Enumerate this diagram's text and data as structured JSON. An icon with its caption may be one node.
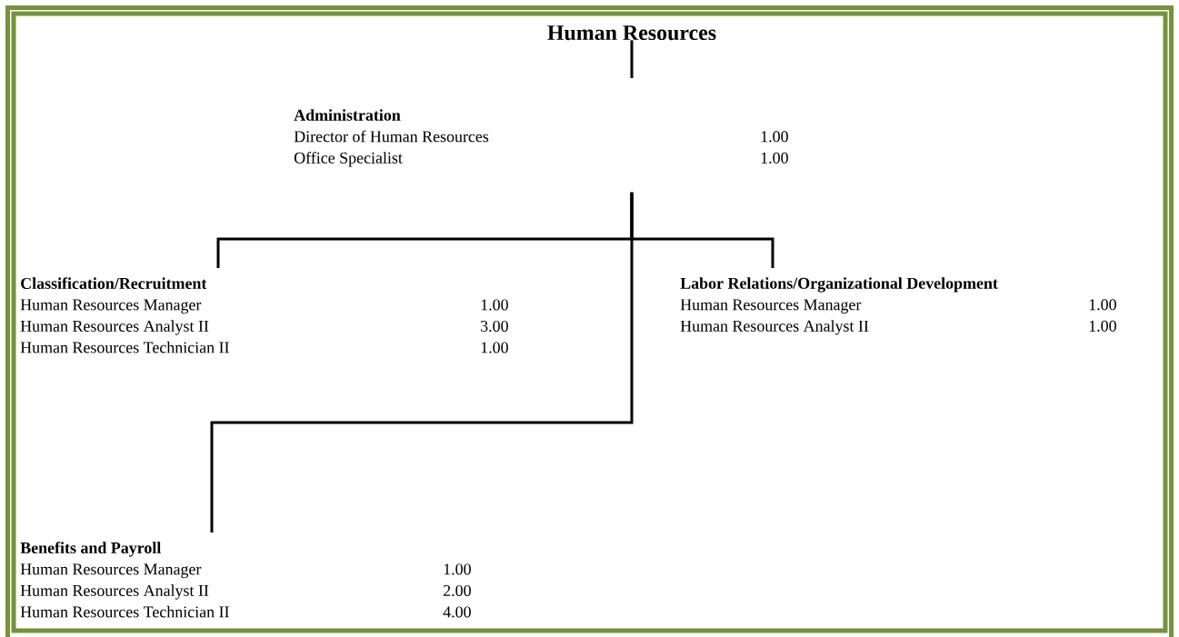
{
  "diagram": {
    "nodes": [
      {
        "text": [
          "Human Resources"
        ]
      },
      {
        "text": [
          "Administration",
          "Director of Human Resources",
          "1.00",
          "Office Specialist",
          "1.00"
        ]
      },
      {
        "text": [
          "Classification/Recruitment",
          "Human Resources Manager",
          "1.00",
          "Human Resources Analyst II",
          "3.00",
          "Human Resources Technician II",
          "1.00"
        ]
      },
      {
        "text": [
          "Labor Relations/Organizational Development",
          "Human Resources Manager",
          "1.00",
          "Human Resources Analyst II",
          "1.00"
        ]
      },
      {
        "text": [
          "Benefits and Payroll",
          "Human Resources Manager",
          "1.00",
          "Human Resources Analyst II",
          "2.00",
          "Human Resources Technician II",
          "4.00"
        ]
      }
    ],
    "edges": [
      {
        "from": 0,
        "to": 1,
        "arrow": "none"
      },
      {
        "from": 1,
        "to": 2,
        "arrow": "none"
      },
      {
        "from": 1,
        "to": 3,
        "arrow": "none"
      },
      {
        "from": 1,
        "to": 4,
        "arrow": "none"
      }
    ]
  }
}
